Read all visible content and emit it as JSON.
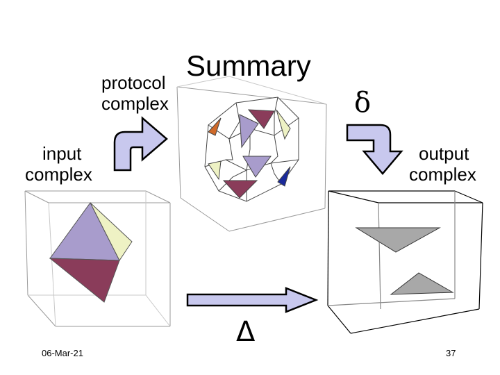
{
  "slide": {
    "title": "Summary",
    "protocol_label": [
      "protocol",
      "complex"
    ],
    "input_label": [
      "input",
      "complex"
    ],
    "output_label": [
      "output",
      "complex"
    ],
    "delta_small": "δ",
    "delta_big": "Δ",
    "date": "06-Mar-21",
    "page_number": "37"
  },
  "colors": {
    "arrow_fill": "#c8c8ee",
    "arrow_stroke": "#000000",
    "lavender": "#a89ccc",
    "maroon": "#8a3c5a",
    "pale_yellow": "#eef2c4",
    "orange": "#d06a2a",
    "blue": "#1a2a9a",
    "gray_triangle": "#a8a8a8",
    "cube_edge": "#9a9a9a"
  }
}
